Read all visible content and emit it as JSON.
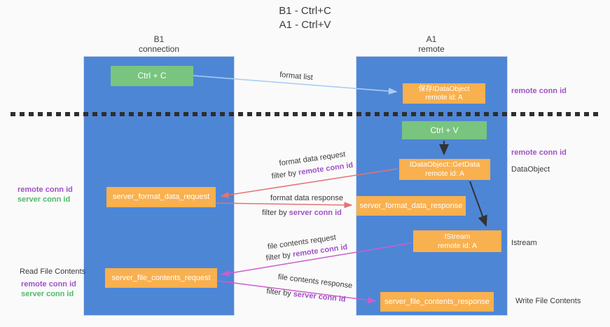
{
  "title": {
    "line1": "B1 - Ctrl+C",
    "line2": "A1 - Ctrl+V"
  },
  "columns": {
    "left": {
      "name": "B1",
      "role": "connection"
    },
    "right": {
      "name": "A1",
      "role": "remote"
    }
  },
  "boxes": {
    "ctrl_c": {
      "label": "Ctrl + C"
    },
    "save_dataobject": {
      "line1": "保存IDataObject",
      "line2": "remote id: A"
    },
    "ctrl_v": {
      "label": "Ctrl + V"
    },
    "getdata": {
      "line1": "IDataObject::GetData",
      "line2": "remote id: A"
    },
    "format_request": {
      "label": "server_format_data_request"
    },
    "format_response": {
      "label": "server_format_data_response"
    },
    "istream": {
      "line1": "IStream",
      "line2": "remote id: A"
    },
    "file_request": {
      "label": "server_file_contents_request"
    },
    "file_response": {
      "label": "server_file_contents_response"
    }
  },
  "flow_labels": {
    "format_list": "format list",
    "format_request": "format data request",
    "format_request_filter": {
      "prefix": "filter by ",
      "id": "remote conn id"
    },
    "format_response": "format data response",
    "format_response_filter": {
      "prefix": "filter by ",
      "id": "server conn id"
    },
    "file_request": "file contents request",
    "file_request_filter": {
      "prefix": "filter by ",
      "id": "remote conn id"
    },
    "file_response": "file contents response",
    "file_response_filter": {
      "prefix": "filter by ",
      "id": "server conn id"
    }
  },
  "side_labels": {
    "right_remote_conn_1": "remote conn id",
    "right_remote_conn_2": "remote conn id",
    "right_dataobject": "DataObject",
    "right_istream": "Istream",
    "right_write": "Write File Contents",
    "left_remote_conn_1": "remote conn id",
    "left_server_conn_1": "server conn id",
    "left_read": "Read File Contents",
    "left_remote_conn_2": "remote conn id",
    "left_server_conn_2": "server conn id"
  },
  "colors": {
    "background": "#fafafa",
    "column_blue": "#4e86d6",
    "node_orange": "#f9b04e",
    "node_green": "#79c47f",
    "label_purple": "#a052c7",
    "label_green": "#53b86a",
    "arrow_light_blue": "#a9cdf2",
    "arrow_red": "#e57373",
    "arrow_magenta": "#cf5ccf",
    "arrow_black": "#333333"
  }
}
